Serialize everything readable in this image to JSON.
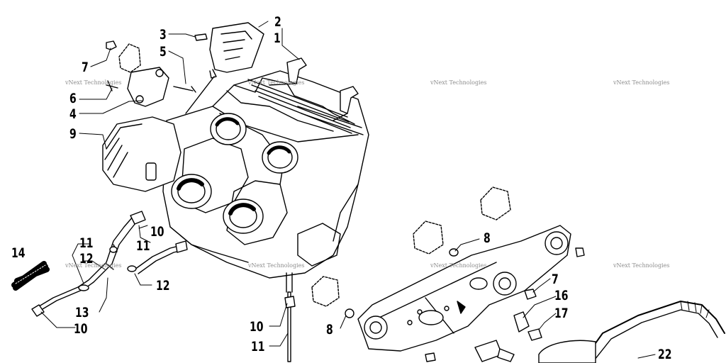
{
  "watermark": {
    "text": "vNext Technologies"
  },
  "callouts": [
    "1",
    "2",
    "3",
    "4",
    "5",
    "6",
    "7",
    "7",
    "8",
    "8",
    "9",
    "10",
    "10",
    "10",
    "11",
    "11",
    "11",
    "12",
    "12",
    "13",
    "14",
    "16",
    "17",
    "22"
  ]
}
